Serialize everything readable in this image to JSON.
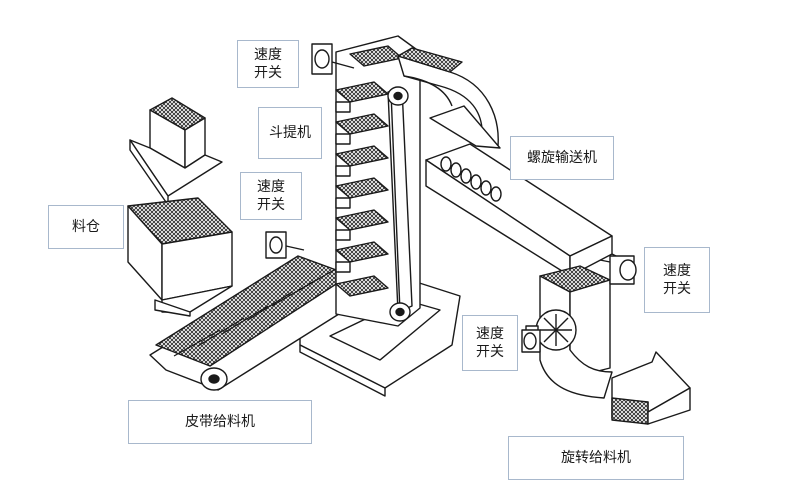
{
  "labels": {
    "speed_switch_top": "速度\n开关",
    "bucket_elevator": "斗提机",
    "speed_switch_mid": "速度\n开关",
    "hopper": "料仓",
    "belt_feeder": "皮带给料机",
    "screw_conveyor": "螺旋输送机",
    "speed_switch_right": "速度\n开关",
    "speed_switch_bottom": "速度\n开关",
    "rotary_feeder": "旋转给料机"
  },
  "colors": {
    "line": "#1a1a1a",
    "label_border": "#a8b8cc",
    "fill": "#ffffff"
  }
}
